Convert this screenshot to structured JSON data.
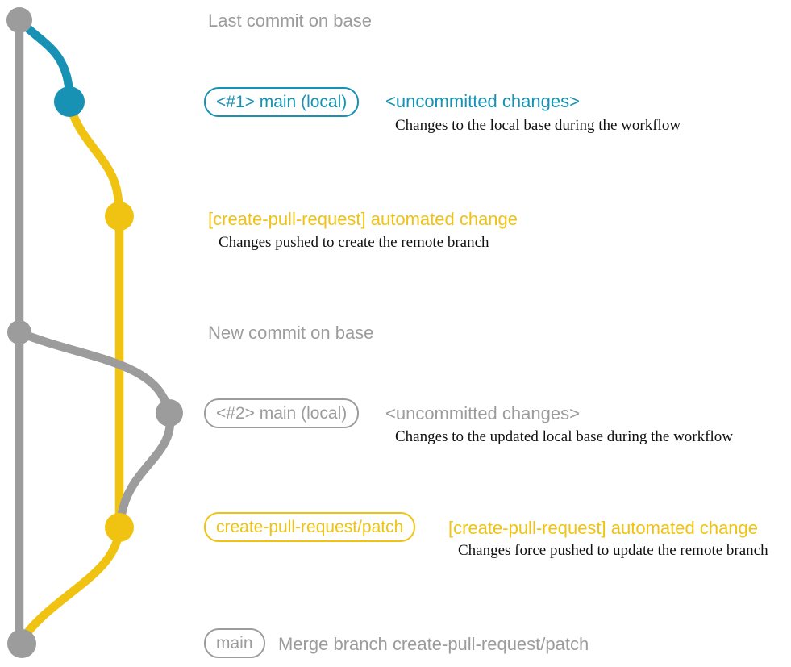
{
  "colors": {
    "gray": "#9C9C9C",
    "blue": "#1792B5",
    "yellow": "#F0C312",
    "text": "#111111",
    "background": "#FFFFFF"
  },
  "graph": {
    "nodes": [
      {
        "id": "last-commit-on-base",
        "color": "gray"
      },
      {
        "id": "uncommitted-changes-1",
        "color": "blue"
      },
      {
        "id": "automated-change-1",
        "color": "yellow"
      },
      {
        "id": "new-commit-on-base",
        "color": "gray"
      },
      {
        "id": "uncommitted-changes-2",
        "color": "gray"
      },
      {
        "id": "automated-change-2",
        "color": "yellow"
      },
      {
        "id": "merge-commit",
        "color": "gray"
      }
    ]
  },
  "rows": {
    "last_commit": {
      "label": "Last commit on base"
    },
    "commit1": {
      "badge": "<#1> main (local)",
      "title": "<uncommitted changes>",
      "subtitle": "Changes to the local base during the workflow"
    },
    "push1": {
      "title": "[create-pull-request] automated change",
      "subtitle": "Changes pushed to create the remote branch"
    },
    "new_commit": {
      "label": "New commit on base"
    },
    "commit2": {
      "badge": "<#2> main (local)",
      "title": "<uncommitted changes>",
      "subtitle": "Changes to the updated local base during the workflow"
    },
    "push2": {
      "badge": "create-pull-request/patch",
      "title": "[create-pull-request] automated change",
      "subtitle": "Changes force pushed to update the remote branch"
    },
    "merge": {
      "badge": "main",
      "label": "Merge branch create-pull-request/patch"
    }
  }
}
